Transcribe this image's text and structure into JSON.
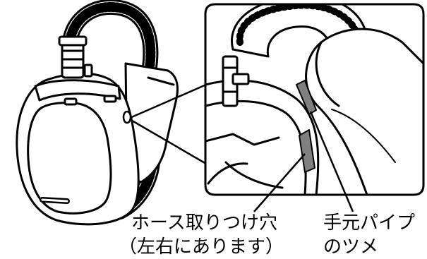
{
  "labels": {
    "hose_hole_line1": "ホース取りつけ穴",
    "hose_hole_line2": "（左右にあります）",
    "hand_pipe_line1": "手元パイプ",
    "hand_pipe_line2": "のツメ"
  },
  "colors": {
    "line": "#000000",
    "fill": "#ffffff",
    "shade": "#808080",
    "light_shade": "#cfcfcf"
  }
}
